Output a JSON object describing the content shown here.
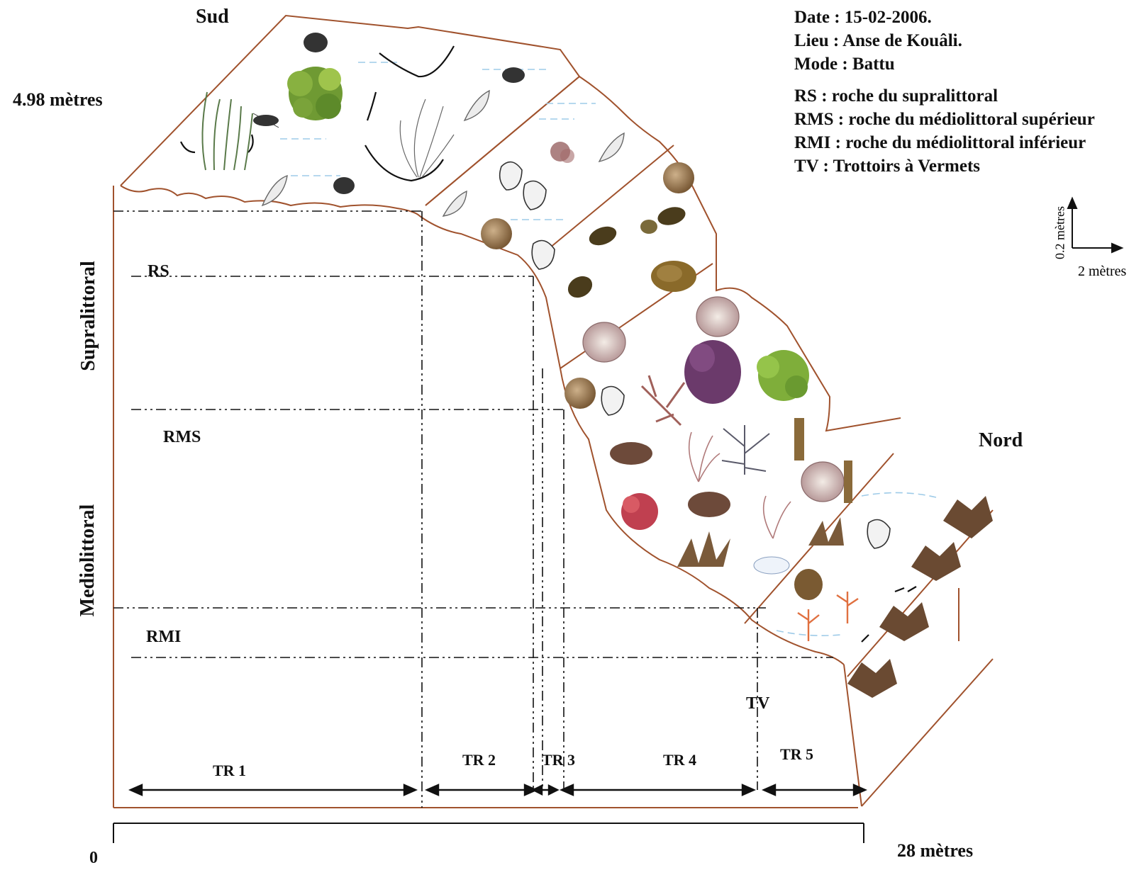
{
  "header": {
    "sud": "Sud",
    "nord": "Nord",
    "height": "4.98 mètres"
  },
  "legend": {
    "date": "Date : 15-02-2006.",
    "lieu": "Lieu : Anse de Kouâli.",
    "mode": "Mode : Battu",
    "rs": "RS : roche du supralittoral",
    "rms": "RMS : roche du médiolittoral supérieur",
    "rmi": "RMI : roche du médiolittoral inférieur",
    "tv": "TV : Trottoirs à Vermets"
  },
  "scale": {
    "vertical": "0.2 mètres",
    "horizontal": "2 mètres"
  },
  "zones": {
    "supralittoral": "Supralittoral",
    "mediolittoral": "Mediolittoral",
    "rs": "RS",
    "rms": "RMS",
    "rmi": "RMI",
    "tv": "TV"
  },
  "transects": [
    "TR 1",
    "TR 2",
    "TR 3",
    "TR 4",
    "TR 5"
  ],
  "axis": {
    "start": "0",
    "end": "28 mètres"
  },
  "colors": {
    "outline": "#a0522d",
    "dashes": "#000000",
    "water": "#9ecbe8"
  }
}
